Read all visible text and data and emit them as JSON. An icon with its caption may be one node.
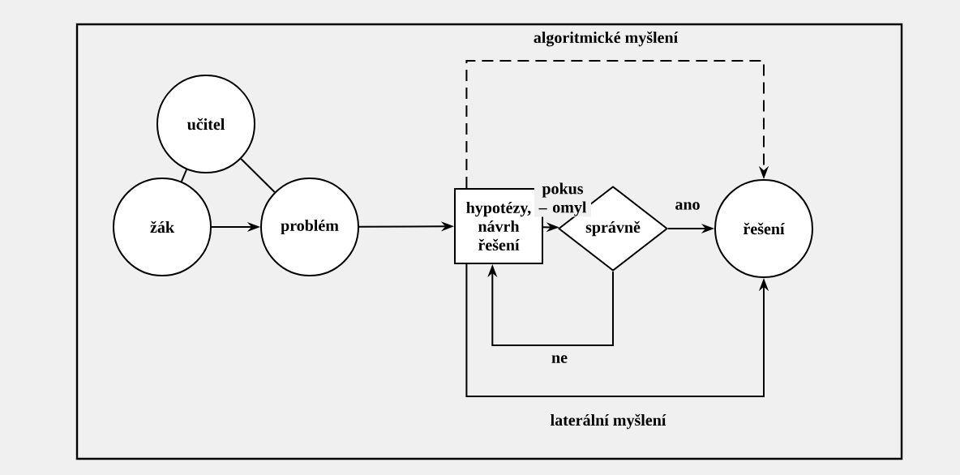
{
  "diagram": {
    "nodes": [
      {
        "text": [
          "učitel"
        ]
      },
      {
        "text": [
          "žák"
        ]
      },
      {
        "text": [
          "problém"
        ]
      },
      {
        "text": [
          "hypotézy, návrh řešení"
        ]
      },
      {
        "text": [
          "správně"
        ]
      },
      {
        "text": [
          "řešení"
        ]
      }
    ],
    "edges": [
      {
        "from": 0,
        "to": 1,
        "arrow": "none"
      },
      {
        "from": 0,
        "to": 2,
        "arrow": "none"
      },
      {
        "from": 1,
        "to": 2,
        "arrow": "to"
      },
      {
        "from": 2,
        "to": 3,
        "arrow": "to"
      },
      {
        "from": 3,
        "to": 4,
        "arrow": "to",
        "label": "pokus – omyl"
      },
      {
        "from": 4,
        "to": 5,
        "arrow": "to",
        "label": "ano"
      },
      {
        "from": 4,
        "to": 3,
        "arrow": "to",
        "label": "ne"
      },
      {
        "from": 3,
        "to": 5,
        "arrow": "to",
        "label": "algoritmické myšlení",
        "style": "dashed"
      },
      {
        "from": 3,
        "to": 5,
        "arrow": "to",
        "label": "laterální myšlení"
      }
    ]
  }
}
